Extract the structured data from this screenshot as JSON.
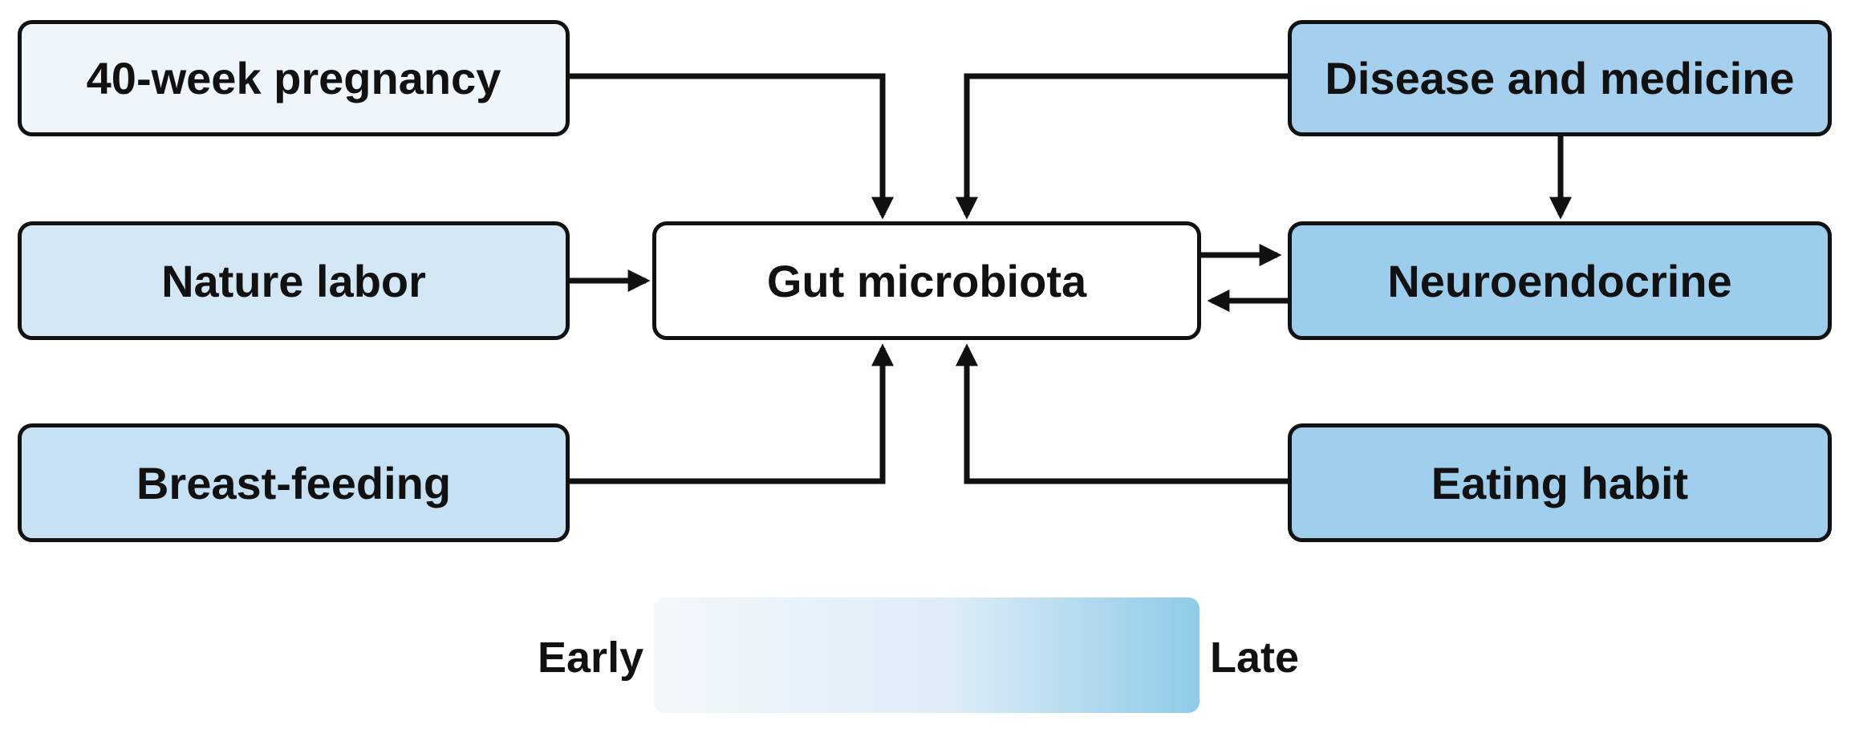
{
  "nodes": {
    "pregnancy": {
      "label": "40-week pregnancy",
      "fill": "#eef5fb"
    },
    "labor": {
      "label": "Nature labor",
      "fill": "#d3e7f5"
    },
    "breastfeeding": {
      "label": "Breast-feeding",
      "fill": "#c6e1f3"
    },
    "gut": {
      "label": "Gut microbiota",
      "fill": "#ffffff"
    },
    "disease": {
      "label": "Disease and medicine",
      "fill": "#a4d0ed"
    },
    "neuro": {
      "label": "Neuroendocrine",
      "fill": "#9dcdec"
    },
    "eating": {
      "label": "Eating habit",
      "fill": "#a0cfed"
    }
  },
  "edges": [
    {
      "from": "pregnancy",
      "to": "gut"
    },
    {
      "from": "labor",
      "to": "gut"
    },
    {
      "from": "breastfeeding",
      "to": "gut"
    },
    {
      "from": "disease",
      "to": "gut"
    },
    {
      "from": "disease",
      "to": "neuro"
    },
    {
      "from": "gut",
      "to": "neuro"
    },
    {
      "from": "neuro",
      "to": "gut"
    },
    {
      "from": "eating",
      "to": "gut"
    }
  ],
  "legend": {
    "start_label": "Early",
    "end_label": "Late",
    "start_color": "#f3f8fc",
    "end_color": "#8ecbe8"
  }
}
